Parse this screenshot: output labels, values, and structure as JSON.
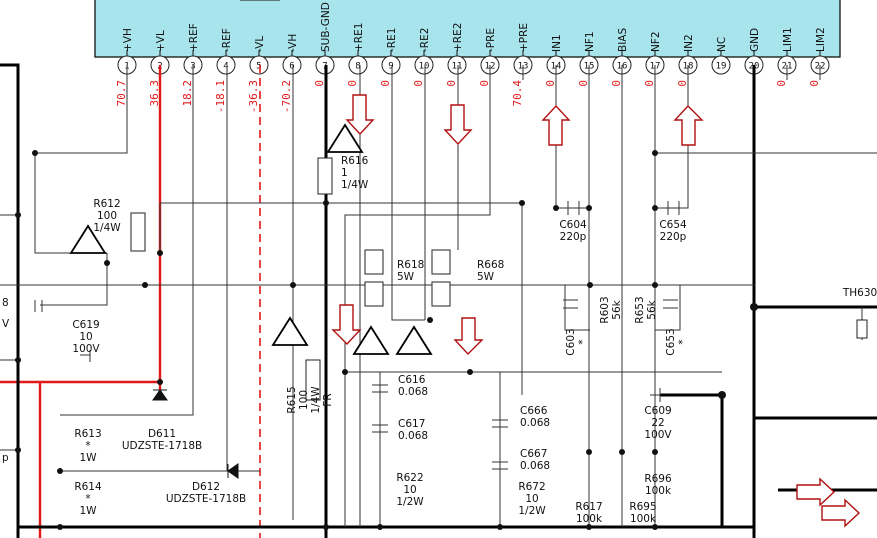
{
  "ic_pins": [
    {
      "num": "1",
      "name": "+VH",
      "voltage": "70.7"
    },
    {
      "num": "2",
      "name": "+VL",
      "voltage": "36.3"
    },
    {
      "num": "3",
      "name": "+REF",
      "voltage": "18.2"
    },
    {
      "num": "4",
      "name": "-REF",
      "voltage": "-18.1"
    },
    {
      "num": "5",
      "name": "-VL",
      "voltage": "-36.3"
    },
    {
      "num": "6",
      "name": "-VH",
      "voltage": "-70.2"
    },
    {
      "num": "7",
      "name": "SUB-GND",
      "voltage": "0"
    },
    {
      "num": "8",
      "name": "+RE1",
      "voltage": "0"
    },
    {
      "num": "9",
      "name": "-RE1",
      "voltage": "0"
    },
    {
      "num": "10",
      "name": "-RE2",
      "voltage": "0"
    },
    {
      "num": "11",
      "name": "+RE2",
      "voltage": "0"
    },
    {
      "num": "12",
      "name": "-PRE",
      "voltage": "0"
    },
    {
      "num": "13",
      "name": "+PRE",
      "voltage": "70.4"
    },
    {
      "num": "14",
      "name": "IN1",
      "voltage": "0"
    },
    {
      "num": "15",
      "name": "NF1",
      "voltage": "0"
    },
    {
      "num": "16",
      "name": "BIAS",
      "voltage": "0"
    },
    {
      "num": "17",
      "name": "NF2",
      "voltage": "0"
    },
    {
      "num": "18",
      "name": "IN2",
      "voltage": "0"
    },
    {
      "num": "19",
      "name": "NC",
      "voltage": ""
    },
    {
      "num": "20",
      "name": "GND",
      "voltage": ""
    },
    {
      "num": "21",
      "name": "LIM1",
      "voltage": "0"
    },
    {
      "num": "22",
      "name": "LIM2",
      "voltage": "0"
    }
  ],
  "components": [
    {
      "id": "r616",
      "lines": [
        "R616",
        "1",
        "1/4W"
      ]
    },
    {
      "id": "r612",
      "lines": [
        "R612",
        "100",
        "1/4W"
      ]
    },
    {
      "id": "r618",
      "lines": [
        "R618",
        "5W"
      ]
    },
    {
      "id": "r668",
      "lines": [
        "R668",
        "5W"
      ]
    },
    {
      "id": "c604",
      "lines": [
        "C604",
        "220p"
      ]
    },
    {
      "id": "c654",
      "lines": [
        "C654",
        "220p"
      ]
    },
    {
      "id": "r603",
      "lines": [
        "R603",
        "56k"
      ]
    },
    {
      "id": "r653",
      "lines": [
        "R653",
        "56k"
      ]
    },
    {
      "id": "c603",
      "lines": [
        "C603",
        "*"
      ]
    },
    {
      "id": "c653",
      "lines": [
        "C653",
        "*"
      ]
    },
    {
      "id": "c619",
      "lines": [
        "C619",
        "10",
        "100V"
      ]
    },
    {
      "id": "r615",
      "lines": [
        "R615",
        "100",
        "1/4W",
        "FR"
      ]
    },
    {
      "id": "c616",
      "lines": [
        "C616",
        "0.068"
      ]
    },
    {
      "id": "c617",
      "lines": [
        "C617",
        "0.068"
      ]
    },
    {
      "id": "c666",
      "lines": [
        "C666",
        "0.068"
      ]
    },
    {
      "id": "c667",
      "lines": [
        "C667",
        "0.068"
      ]
    },
    {
      "id": "c609",
      "lines": [
        "C609",
        "22",
        "100V"
      ]
    },
    {
      "id": "r613",
      "lines": [
        "R613",
        "*",
        "1W"
      ]
    },
    {
      "id": "d611",
      "lines": [
        "D611",
        "UDZSTE-1718B"
      ]
    },
    {
      "id": "r614",
      "lines": [
        "R614",
        "*",
        "1W"
      ]
    },
    {
      "id": "d612",
      "lines": [
        "D612",
        "UDZSTE-1718B"
      ]
    },
    {
      "id": "r622",
      "lines": [
        "R622",
        "10",
        "1/2W"
      ]
    },
    {
      "id": "r672",
      "lines": [
        "R672",
        "10",
        "1/2W"
      ]
    },
    {
      "id": "r617",
      "lines": [
        "R617",
        "100k"
      ]
    },
    {
      "id": "r695",
      "lines": [
        "R695",
        "100k"
      ]
    },
    {
      "id": "r696",
      "lines": [
        "R696",
        "100k"
      ]
    },
    {
      "id": "th630",
      "lines": [
        "TH630"
      ]
    },
    {
      "id": "edge8",
      "lines": [
        "8"
      ]
    },
    {
      "id": "edgeV",
      "lines": [
        "V"
      ]
    },
    {
      "id": "edgeP",
      "lines": [
        "p"
      ]
    }
  ],
  "colors": {
    "ic_fill": "#a8e4ec",
    "voltage_text": "#e01818",
    "supply_rail": "#e01818",
    "arrow_outline": "#b01010"
  }
}
